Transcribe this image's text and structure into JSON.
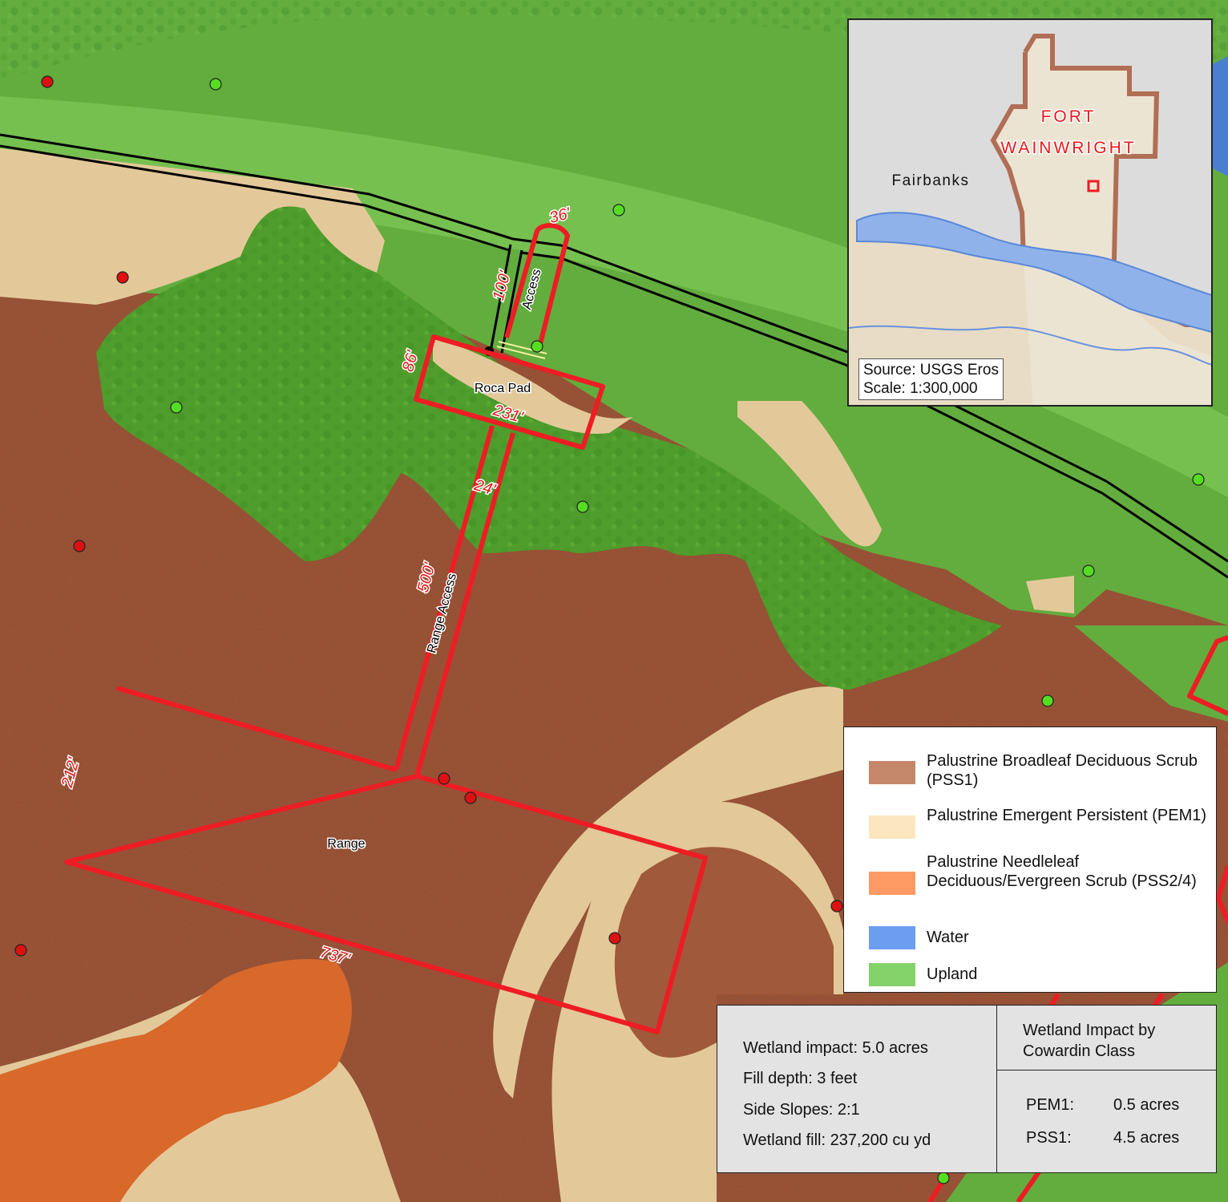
{
  "map": {
    "features": {
      "roca_pad": "Roca Pad",
      "range": "Range",
      "access": "Access",
      "range_access": "Range Access"
    },
    "dimensions": {
      "access_width": "36'",
      "access_length": "100'",
      "pad_side": "86'",
      "pad_length": "231'",
      "range_access_width": "24'",
      "range_access_length": "500'",
      "range_width": "212'",
      "range_length": "737'"
    },
    "colors": {
      "pss1": "#a0593a",
      "pem1": "#e3c99a",
      "pss24": "#d8692b",
      "water": "#6699e6",
      "upland": "#62ad3e",
      "footprint": "#ee1c24",
      "point_upland": "#55dd22",
      "point_wetland": "#dd1111"
    }
  },
  "inset": {
    "place_city": "Fairbanks",
    "place_fort_line1": "FORT",
    "place_fort_line2": "WAINWRIGHT",
    "source": "Source: USGS Eros",
    "scale": "Scale: 1:300,000"
  },
  "legend": {
    "items": [
      {
        "label": "Palustrine Broadleaf Deciduous Scrub (PSS1)",
        "color": "#c4876a"
      },
      {
        "label": "Palustrine Emergent Persistent (PEM1)",
        "color": "#fbe6bf"
      },
      {
        "label": "Palustrine Needleleaf Deciduous/Evergreen Scrub (PSS2/4)",
        "color": "#fd9a63"
      },
      {
        "label": "Water",
        "color": "#6c9ef0"
      },
      {
        "label": "Upland",
        "color": "#84d26a"
      }
    ]
  },
  "stats": {
    "lines": [
      "Wetland impact: 5.0 acres",
      "Fill depth: 3 feet",
      "Side Slopes: 2:1",
      "Wetland fill: 237,200 cu yd"
    ],
    "heading": "Wetland Impact by Cowardin Class",
    "classes": [
      {
        "name": "PEM1:",
        "value": "0.5 acres"
      },
      {
        "name": "PSS1:",
        "value": "4.5 acres"
      }
    ]
  }
}
